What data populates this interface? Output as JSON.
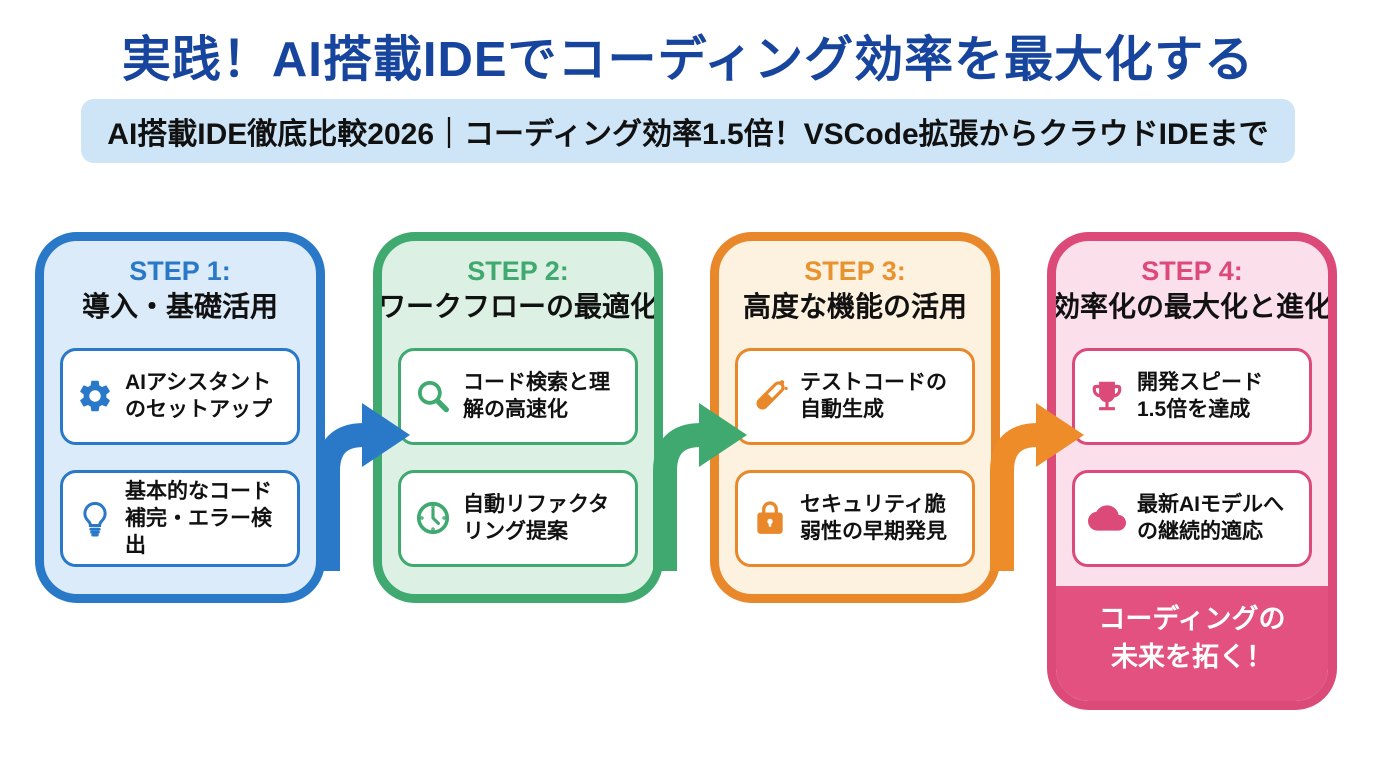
{
  "header": {
    "title": "実践！AI搭載IDEでコーディング効率を最大化する",
    "subtitle": "AI搭載IDE徹底比較2026｜コーディング効率1.5倍！VSCode拡張からクラウドIDEまで"
  },
  "colors": {
    "title_text": "#17459e",
    "subtitle_bg": "#cde5f6",
    "step1_accent": "#2979c8",
    "step2_accent": "#3fa96f",
    "step3_accent": "#e8882b",
    "step4_accent": "#dc4a79",
    "step4_footer_bg": "#e2517f"
  },
  "steps": [
    {
      "label": "STEP 1:",
      "title": "導入・基礎活用",
      "items": [
        {
          "icon": "gear-icon",
          "text": "AIアシスタント\nのセットアップ"
        },
        {
          "icon": "lightbulb-icon",
          "text": "基本的なコード\n補完・エラー検\n出"
        }
      ]
    },
    {
      "label": "STEP 2:",
      "title": "ワークフローの最適化",
      "items": [
        {
          "icon": "search-icon",
          "text": "コード検索と理\n解の高速化"
        },
        {
          "icon": "clock-icon",
          "text": "自動リファクタ\nリング提案"
        }
      ]
    },
    {
      "label": "STEP 3:",
      "title": "高度な機能の活用",
      "items": [
        {
          "icon": "test-tube-icon",
          "text": "テストコードの\n自動生成"
        },
        {
          "icon": "lock-icon",
          "text": "セキュリティ脆\n弱性の早期発見"
        }
      ]
    },
    {
      "label": "STEP 4:",
      "title": "効率化の最大化と進化",
      "items": [
        {
          "icon": "trophy-icon",
          "text": "開発スピード\n1.5倍を達成"
        },
        {
          "icon": "cloud-icon",
          "text": "最新AIモデルへ\nの継続的適応"
        }
      ],
      "footer": "コーディングの\n未来を拓く！"
    }
  ]
}
